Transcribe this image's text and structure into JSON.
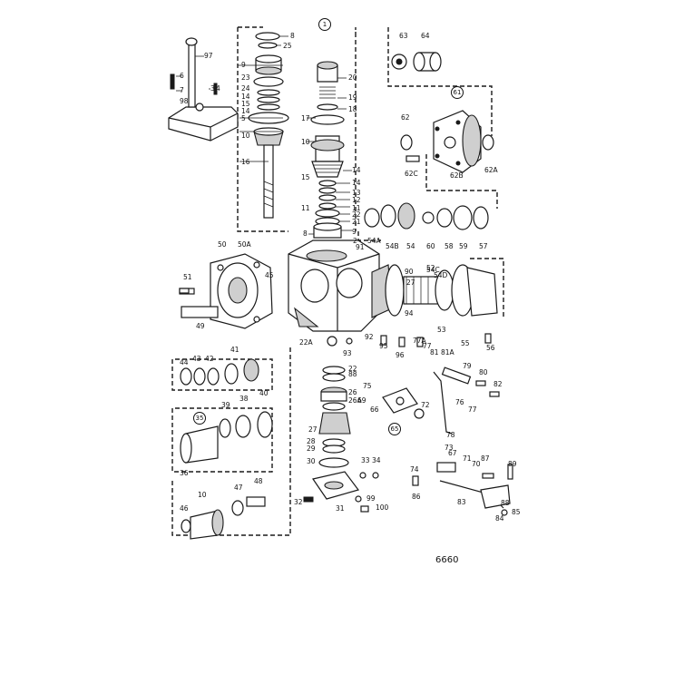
{
  "diagram": {
    "figure_number": "6660",
    "circled_labels": [
      "1",
      "61",
      "35",
      "65"
    ],
    "part_labels": [
      "8",
      "25",
      "97",
      "6",
      "7",
      "3",
      "4",
      "98",
      "9",
      "23",
      "24",
      "14",
      "15",
      "14",
      "5",
      "10",
      "16",
      "20",
      "19",
      "18",
      "17",
      "10",
      "15",
      "14",
      "14",
      "13",
      "12",
      "11",
      "11",
      "22",
      "21",
      "9",
      "8",
      "2",
      "91",
      "63",
      "64",
      "62",
      "62C",
      "62B",
      "62A",
      "54A",
      "54B",
      "54",
      "60",
      "58",
      "59",
      "57",
      "50",
      "50A",
      "45",
      "51",
      "49",
      "90",
      "54C",
      "54D",
      "52",
      "27",
      "94",
      "92",
      "95",
      "96",
      "77A",
      "77",
      "81",
      "81A",
      "53",
      "55",
      "56",
      "22A",
      "93",
      "22",
      "88",
      "75",
      "79",
      "80",
      "82",
      "44",
      "43",
      "42",
      "41",
      "40",
      "39",
      "38",
      "26",
      "26A",
      "69",
      "72",
      "76",
      "77",
      "66",
      "78",
      "27",
      "28",
      "29",
      "30",
      "73",
      "67",
      "74",
      "71",
      "70",
      "87",
      "89",
      "36",
      "33",
      "34",
      "86",
      "88",
      "83",
      "85",
      "84",
      "48",
      "47",
      "46",
      "10",
      "32",
      "31",
      "99",
      "100"
    ]
  }
}
